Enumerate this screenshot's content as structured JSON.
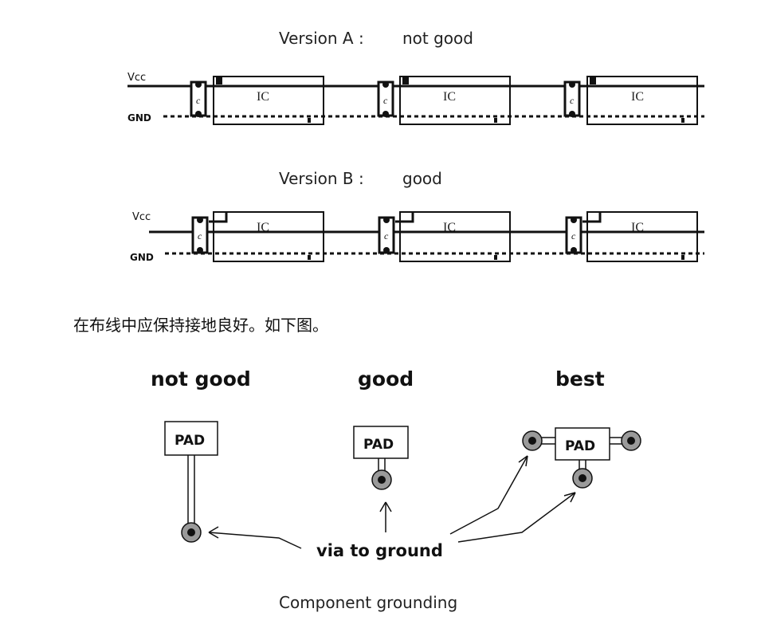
{
  "version_a": {
    "title": "Version A :",
    "verdict": "not good",
    "vcc_label": "Vcc",
    "gnd_label": "GND",
    "ic_labels": [
      "IC",
      "IC",
      "IC"
    ]
  },
  "version_b": {
    "title": "Version B :",
    "verdict": "good",
    "vcc_label": "Vcc",
    "gnd_label": "GND",
    "ic_labels": [
      "IC",
      "IC",
      "IC"
    ]
  },
  "caption_cn": "在布线中应保持接地良好。如下图。",
  "grounding": {
    "headers": [
      "not good",
      "good",
      "best"
    ],
    "pad_label": "PAD",
    "via_label": "via to ground",
    "caption": "Component grounding"
  }
}
